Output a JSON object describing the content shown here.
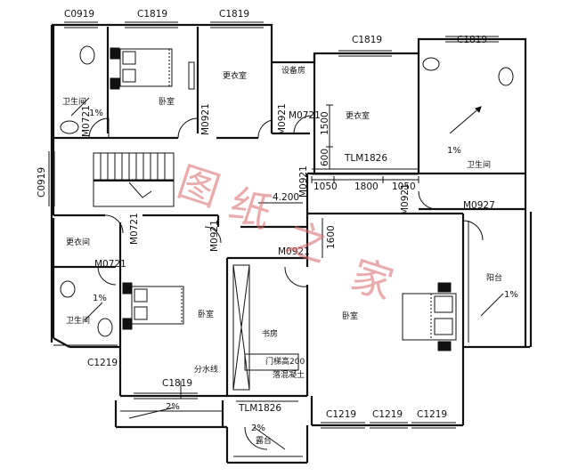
{
  "windows": {
    "w1": "C0919",
    "w2": "C1819",
    "w3": "C1819",
    "w4": "C1819",
    "w5": "C1819",
    "w6": "C0919",
    "w7": "C1219",
    "w8": "C1819",
    "w9": "C1219",
    "w10": "C1219",
    "w11": "C1219"
  },
  "doors": {
    "d1": "M0721",
    "d2": "M0921",
    "d3": "M0921",
    "d4": "M0721",
    "d5": "M0921",
    "d6": "M0921",
    "d7": "M0927",
    "d8": "M0721",
    "d9": "M0921",
    "d10": "M0721",
    "d11": "M0921",
    "tlm1": "TLM1826",
    "tlm2": "TLM1826"
  },
  "rooms": {
    "bath1": "卫生间",
    "bed1": "卧室",
    "closet1": "更衣室",
    "equip": "设备房",
    "closet2": "更衣室",
    "bath2": "卫生间",
    "closet3": "更衣间",
    "bath3": "卫生间",
    "bed2": "卧室",
    "study": "书房",
    "bed3": "卧室",
    "balcony1": "阳台",
    "balcony2": "露台"
  },
  "dims": {
    "d1500": "1500",
    "d600": "600",
    "d1050a": "1050",
    "d1800": "1800",
    "d1050b": "1050",
    "d1600": "1600",
    "elev": "4.200"
  },
  "slopes": {
    "s1": "1%",
    "s2": "1%",
    "s3": "1%",
    "s4": "1%",
    "s5": "2%",
    "s6": "2%"
  },
  "notes": {
    "beam": "门梯高200",
    "concrete": "落混凝土",
    "waterline": "分水线"
  },
  "watermark": {
    "c1": "图",
    "c2": "纸",
    "c3": "之",
    "c4": "家"
  }
}
